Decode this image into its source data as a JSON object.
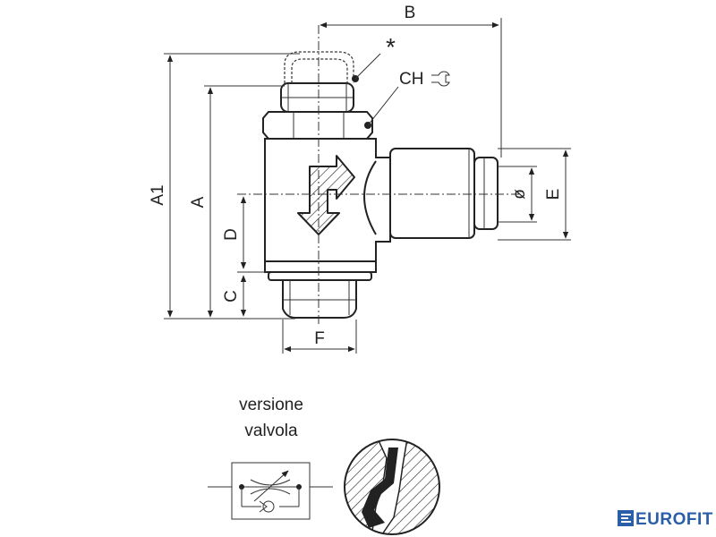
{
  "dimensions": {
    "a1": "A1",
    "a": "A",
    "b": "B",
    "c": "C",
    "d": "D",
    "e": "E",
    "f": "F",
    "diameter": "ø",
    "ch": "CH",
    "asterisk": "*"
  },
  "caption": {
    "line1": "versione",
    "line2": "valvola"
  },
  "brand": {
    "name": "EUROFIT",
    "color": "#2b5ea8"
  },
  "icons": {
    "wrench": "wrench-icon",
    "flow_arrow": "flow-direction-arrow-icon",
    "valve_symbol": "throttle-check-valve-symbol"
  }
}
